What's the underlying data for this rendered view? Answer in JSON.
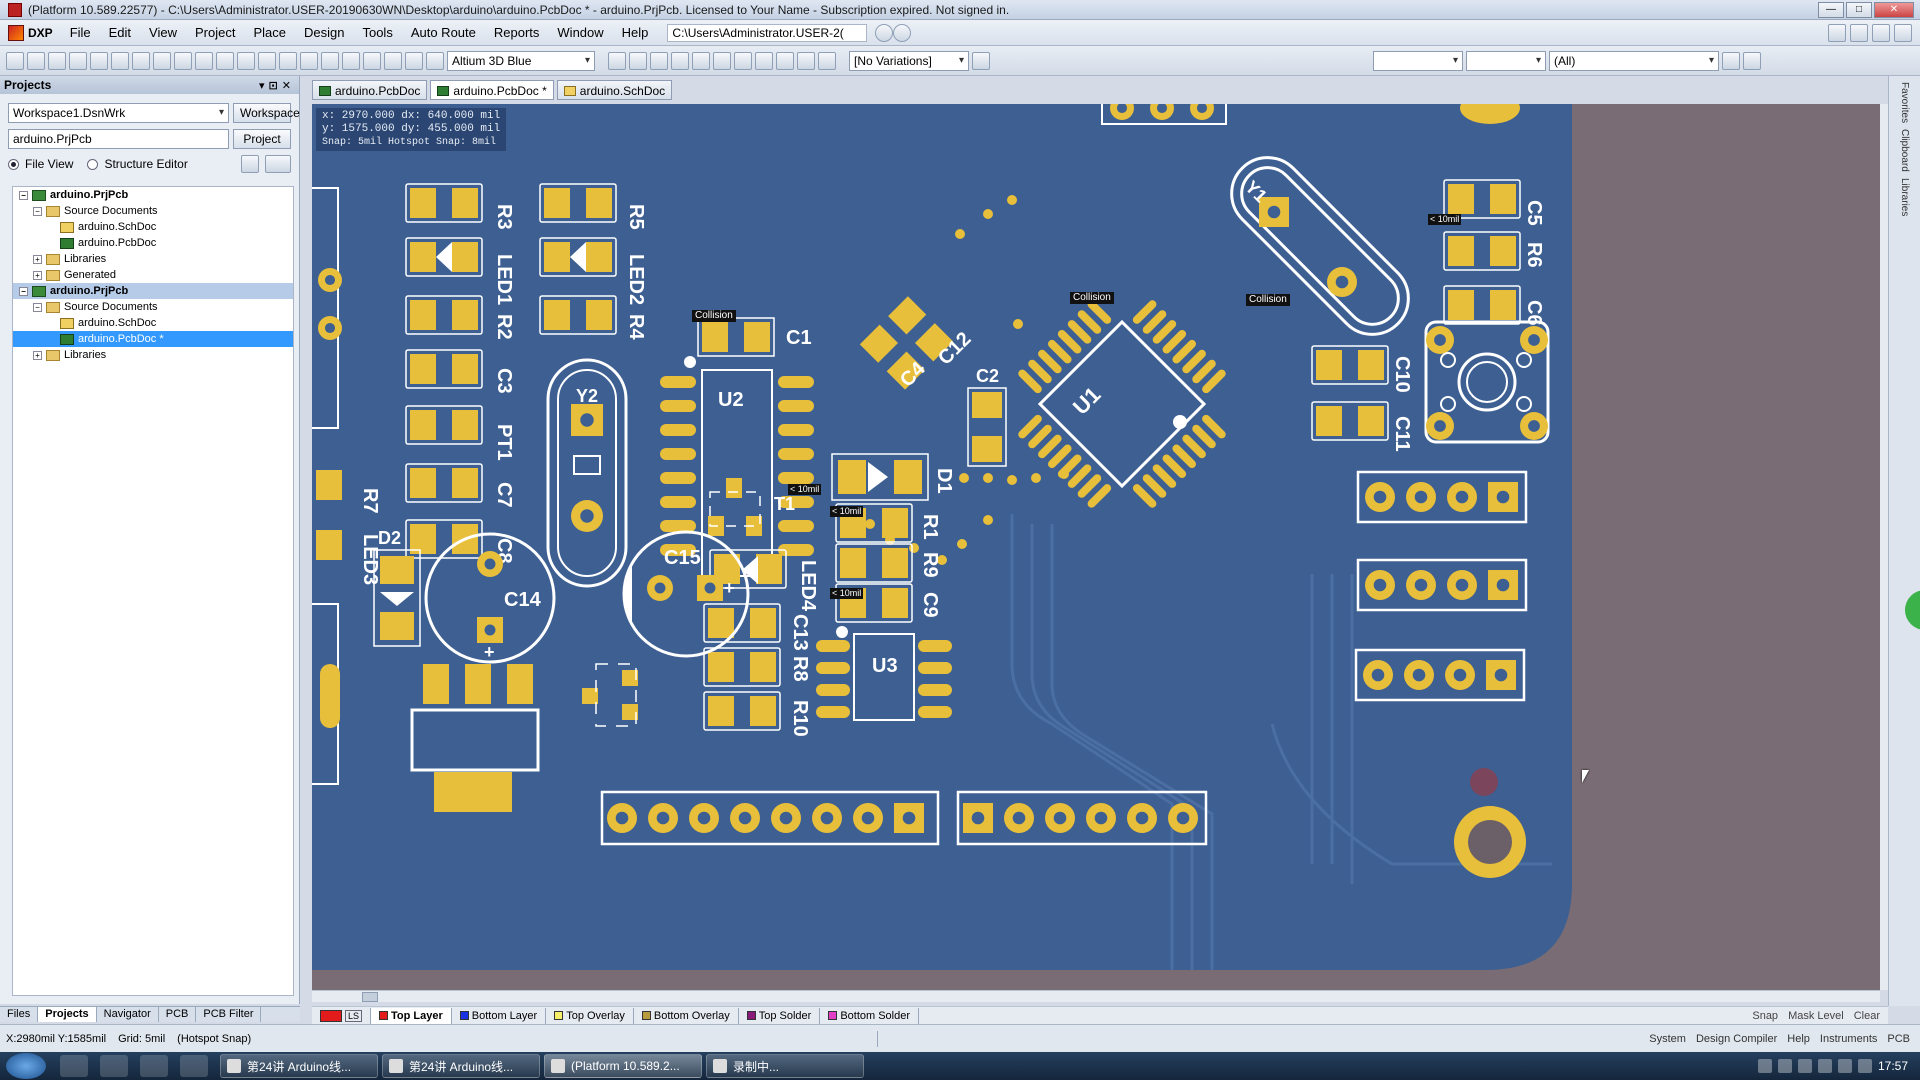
{
  "window": {
    "title": "(Platform 10.589.22577) - C:\\Users\\Administrator.USER-20190630WN\\Desktop\\arduino\\arduino.PcbDoc * - arduino.PrjPcb. Licensed to Your Name - Subscription expired. Not signed in."
  },
  "menu": {
    "dxp": "DXP",
    "items": [
      "File",
      "Edit",
      "View",
      "Project",
      "Place",
      "Design",
      "Tools",
      "Auto Route",
      "Reports",
      "Window",
      "Help"
    ],
    "path": "C:\\Users\\Administrator.USER-2("
  },
  "toolbar": {
    "view_config": "Altium 3D Blue",
    "variations": "[No Variations]",
    "filter": "(All)"
  },
  "projects_panel": {
    "title": "Projects",
    "workspace_value": "Workspace1.DsnWrk",
    "workspace_button": "Workspace",
    "project_value": "arduino.PrjPcb",
    "project_button": "Project",
    "file_view": "File View",
    "structure_editor": "Structure Editor",
    "tree": [
      {
        "label": "arduino.PrjPcb",
        "level": 0,
        "type": "proj",
        "exp": "−",
        "style": "bold"
      },
      {
        "label": "Source Documents",
        "level": 1,
        "type": "folder",
        "exp": "−",
        "style": ""
      },
      {
        "label": "arduino.SchDoc",
        "level": 2,
        "type": "sch",
        "exp": "",
        "style": ""
      },
      {
        "label": "arduino.PcbDoc",
        "level": 2,
        "type": "pcb",
        "exp": "",
        "style": ""
      },
      {
        "label": "Libraries",
        "level": 1,
        "type": "folder",
        "exp": "+",
        "style": ""
      },
      {
        "label": "Generated",
        "level": 1,
        "type": "folder",
        "exp": "+",
        "style": ""
      },
      {
        "label": "arduino.PrjPcb",
        "level": 0,
        "type": "proj",
        "exp": "−",
        "style": "bold hl"
      },
      {
        "label": "Source Documents",
        "level": 1,
        "type": "folder",
        "exp": "−",
        "style": ""
      },
      {
        "label": "arduino.SchDoc",
        "level": 2,
        "type": "sch",
        "exp": "",
        "style": ""
      },
      {
        "label": "arduino.PcbDoc *",
        "level": 2,
        "type": "pcb",
        "exp": "",
        "style": "sel"
      },
      {
        "label": "Libraries",
        "level": 1,
        "type": "folder",
        "exp": "+",
        "style": ""
      }
    ]
  },
  "panel_tabs": [
    "Files",
    "Projects",
    "Navigator",
    "PCB",
    "PCB Filter"
  ],
  "doc_tabs": [
    {
      "label": "arduino.PcbDoc",
      "type": "pcb",
      "active": false
    },
    {
      "label": "arduino.PcbDoc *",
      "type": "pcb",
      "active": true
    },
    {
      "label": "arduino.SchDoc",
      "type": "sch",
      "active": false
    }
  ],
  "coords": {
    "line1": "x:  2970.000   dx:   640.000 mil",
    "line2": "y:  1575.000   dy:   455.000 mil",
    "line3": "Snap: 5mil Hotspot Snap: 8mil"
  },
  "pcb": {
    "collision_label": "Collision",
    "clearance_label": "< 10mil",
    "designators": [
      "R3",
      "R5",
      "LED1",
      "LED2",
      "R2",
      "R4",
      "C3",
      "PT1",
      "C7",
      "C8",
      "R7",
      "LED3",
      "C1",
      "U2",
      "Y2",
      "C4",
      "C12",
      "U1",
      "Y1",
      "C5",
      "R6",
      "C6",
      "C10",
      "C11",
      "C2",
      "T1",
      "LED4",
      "D1",
      "R1",
      "R9",
      "C9",
      "C13",
      "R8",
      "R10",
      "U3",
      "D2",
      "C14",
      "C15"
    ],
    "colors": {
      "board": "#3d5f92",
      "pad": "#e8bf3a",
      "silk": "#ffffff",
      "background": "#7a6c74"
    }
  },
  "layers": [
    {
      "label": "Top Layer",
      "color": "#e31b1b",
      "active": true
    },
    {
      "label": "Bottom Layer",
      "color": "#1b2fe3",
      "active": false
    },
    {
      "label": "Top Overlay",
      "color": "#f5ef6a",
      "active": false
    },
    {
      "label": "Bottom Overlay",
      "color": "#b89b3a",
      "active": false
    },
    {
      "label": "Top Solder",
      "color": "#8a1a7a",
      "active": false
    },
    {
      "label": "Bottom Solder",
      "color": "#e03fc6",
      "active": false
    }
  ],
  "layer_right": [
    "Snap",
    "Mask Level",
    "Clear"
  ],
  "status": {
    "coords": "X:2980mil Y:1585mil",
    "grid": "Grid: 5mil",
    "snap": "(Hotspot Snap)",
    "right_items": [
      "System",
      "Design Compiler",
      "Help",
      "Instruments",
      "PCB"
    ]
  },
  "right_dock": [
    "Favorites",
    "Clipboard",
    "Libraries"
  ],
  "taskbar": {
    "tasks": [
      {
        "label": "第24讲 Arduino线...",
        "active": false
      },
      {
        "label": "第24讲 Arduino线...",
        "active": false
      },
      {
        "label": "(Platform 10.589.2...",
        "active": true
      },
      {
        "label": "录制中...",
        "active": false
      }
    ],
    "time": "17:57"
  }
}
